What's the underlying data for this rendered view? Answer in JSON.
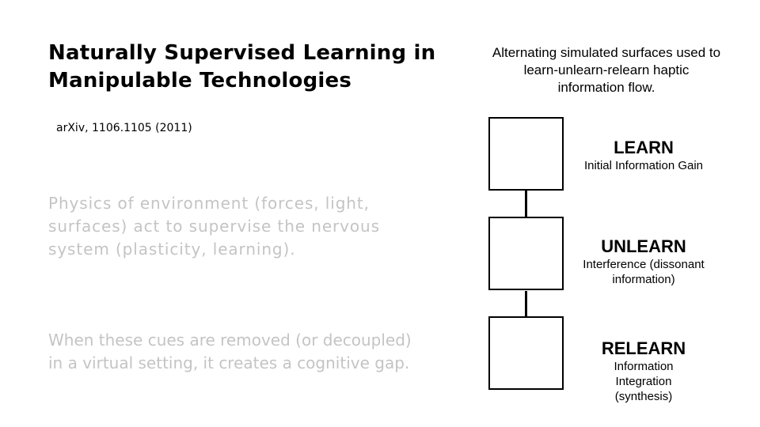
{
  "slide": {
    "title_line1": "Naturally Supervised Learning in",
    "title_line2": "Manipulable Technologies",
    "citation": "arXiv, 1106.1105 (2011)",
    "bullets": [
      "Physics of environment (forces, light, surfaces) act to supervise the nervous system (plasticity, learning).",
      "When these cues are removed (or decoupled) in a virtual setting, it creates a cognitive gap."
    ]
  },
  "diagram": {
    "caption": "Alternating simulated surfaces used to learn-unlearn-relearn haptic information flow.",
    "stages": [
      {
        "name": "LEARN",
        "description": "Initial Information Gain"
      },
      {
        "name": "UNLEARN",
        "description": "Interference (dissonant information)"
      },
      {
        "name": "RELEARN",
        "description": "Information Integration (synthesis)"
      }
    ]
  },
  "colors": {
    "title_text": "#000000",
    "faded_text": "#c4c4c4",
    "diagram_stroke": "#000000"
  }
}
